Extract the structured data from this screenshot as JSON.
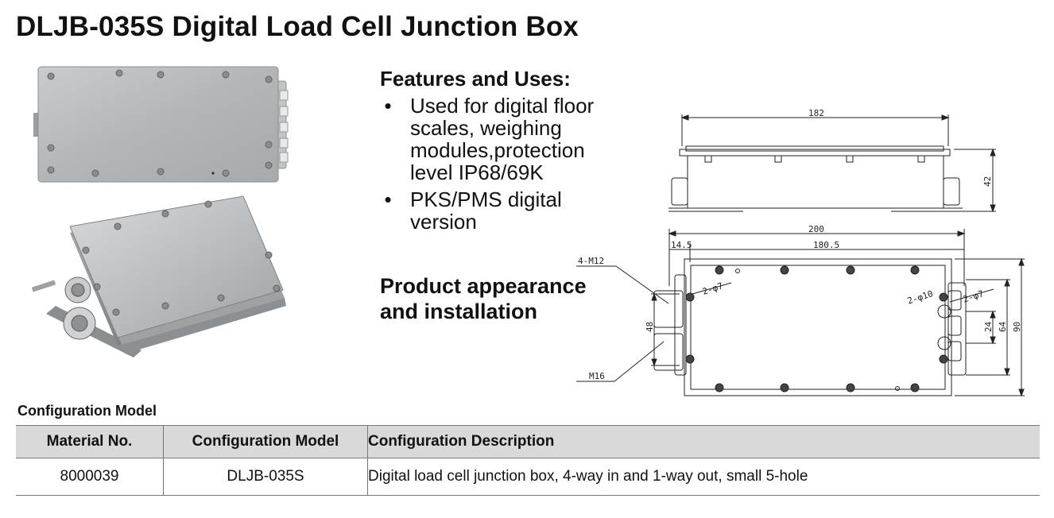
{
  "page": {
    "title": "DLJB-035S Digital Load Cell Junction Box"
  },
  "features": {
    "heading": "Features and Uses:",
    "items": [
      "Used for digital floor scales, weighing modules,protection level IP68/69K",
      "PKS/PMS digital version"
    ]
  },
  "appearance": {
    "heading_line1": "Product appearance",
    "heading_line2": "and installation"
  },
  "drawing": {
    "labels": {
      "d182": "182",
      "d42": "42",
      "d200": "200",
      "d14_5": "14.5",
      "d180_5": "180.5",
      "m12": "4-M12",
      "phi7_left": "2-φ7",
      "phi10": "2-φ10",
      "phi7_right": "2-φ7",
      "d48": "48",
      "d24": "24",
      "d64": "64",
      "d90": "90",
      "m16": "M16"
    }
  },
  "config": {
    "section_label": "Configuration Model",
    "columns": [
      "Material No.",
      "Configuration Model",
      "Configuration Description"
    ],
    "rows": [
      [
        "8000039",
        "DLJB-035S",
        "Digital load cell junction box, 4-way in and 1-way out, small 5-hole"
      ]
    ]
  },
  "colors": {
    "header_bg": "#d9d9d9",
    "text": "#111111",
    "steel": "#b9bcbf"
  }
}
